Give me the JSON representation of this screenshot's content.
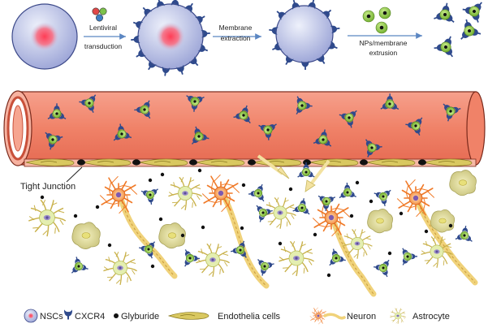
{
  "steps": {
    "step1": {
      "line1": "Lentiviral",
      "line2": "transduction"
    },
    "step2": {
      "line1": "Membrane",
      "line2": "extraction"
    },
    "step3": {
      "line1": "NPs/membrane",
      "line2": "extrusion"
    }
  },
  "annotation": {
    "tight_junction": "Tight Junction"
  },
  "legend": {
    "nscs": "NSCs",
    "cxcr4": "CXCR4",
    "glyburide": "Glyburide",
    "endothelia": "Endothelia cells",
    "neuron": "Neuron",
    "astrocyte": "Astrocyte"
  },
  "colors": {
    "vessel": "#f0826a",
    "vessel_dark": "#d8604a",
    "receptor": "#2f4a8c",
    "nanoparticle": "#8cc63f",
    "neuron": "#f07a28",
    "astrocyte": "#cfd98a",
    "endothelial": "#d9c860"
  }
}
